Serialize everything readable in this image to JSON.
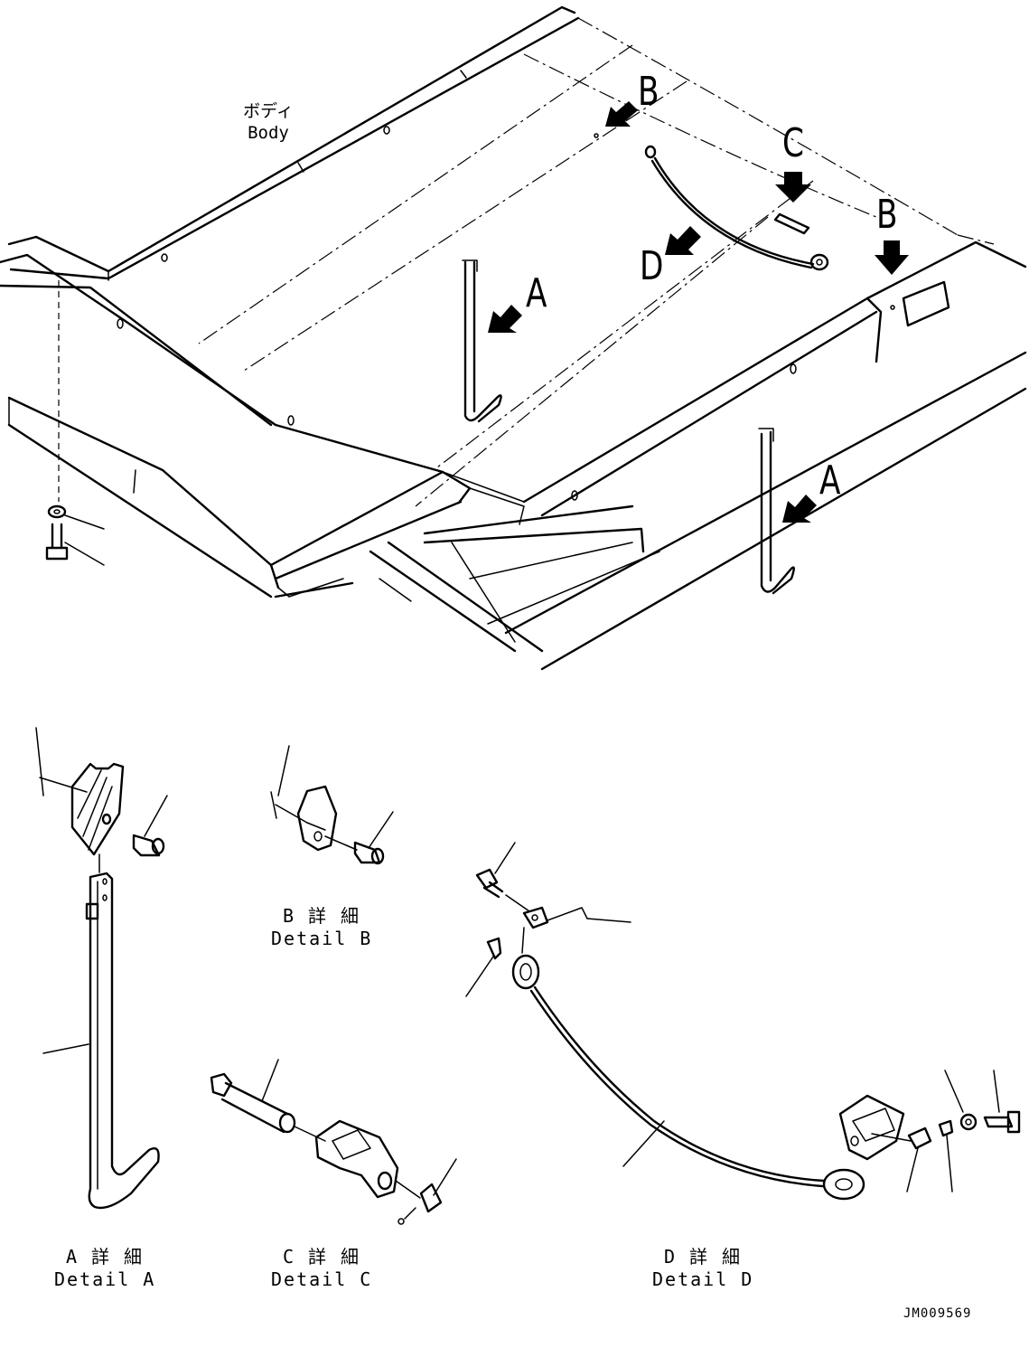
{
  "callouts": {
    "b_top": "B",
    "c": "C",
    "b_right": "B",
    "d": "D",
    "a_left": "A",
    "a_right": "A"
  },
  "body_label": {
    "jp": "ボディ",
    "en": "Body"
  },
  "details": {
    "a": {
      "jp": "A 詳 細",
      "en": "Detail A"
    },
    "b": {
      "jp": "B 詳 細",
      "en": "Detail B"
    },
    "c": {
      "jp": "C 詳 細",
      "en": "Detail C"
    },
    "d": {
      "jp": "D 詳 細",
      "en": "Detail D"
    }
  },
  "drawing_code": "JM009569"
}
